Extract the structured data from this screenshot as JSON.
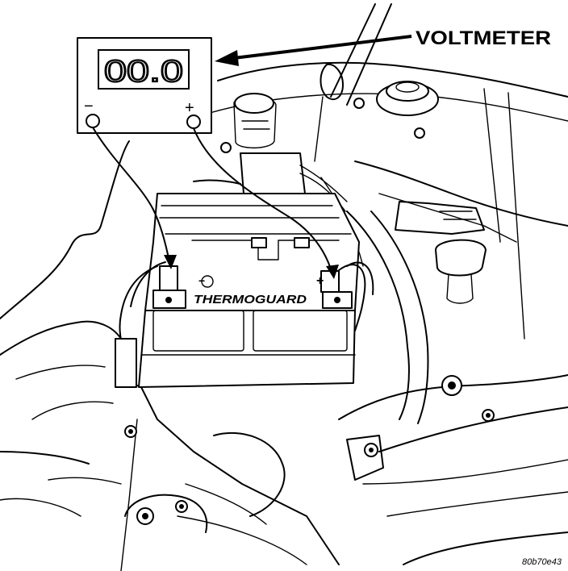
{
  "callout": {
    "voltmeter_label": "VOLTMETER"
  },
  "meter": {
    "display": "00.0",
    "negative_symbol": "−",
    "positive_symbol": "+"
  },
  "battery": {
    "brand": "THERMOGUARD",
    "negative_symbol": "−",
    "positive_symbol": "+"
  },
  "figure_code": "80b70e43"
}
